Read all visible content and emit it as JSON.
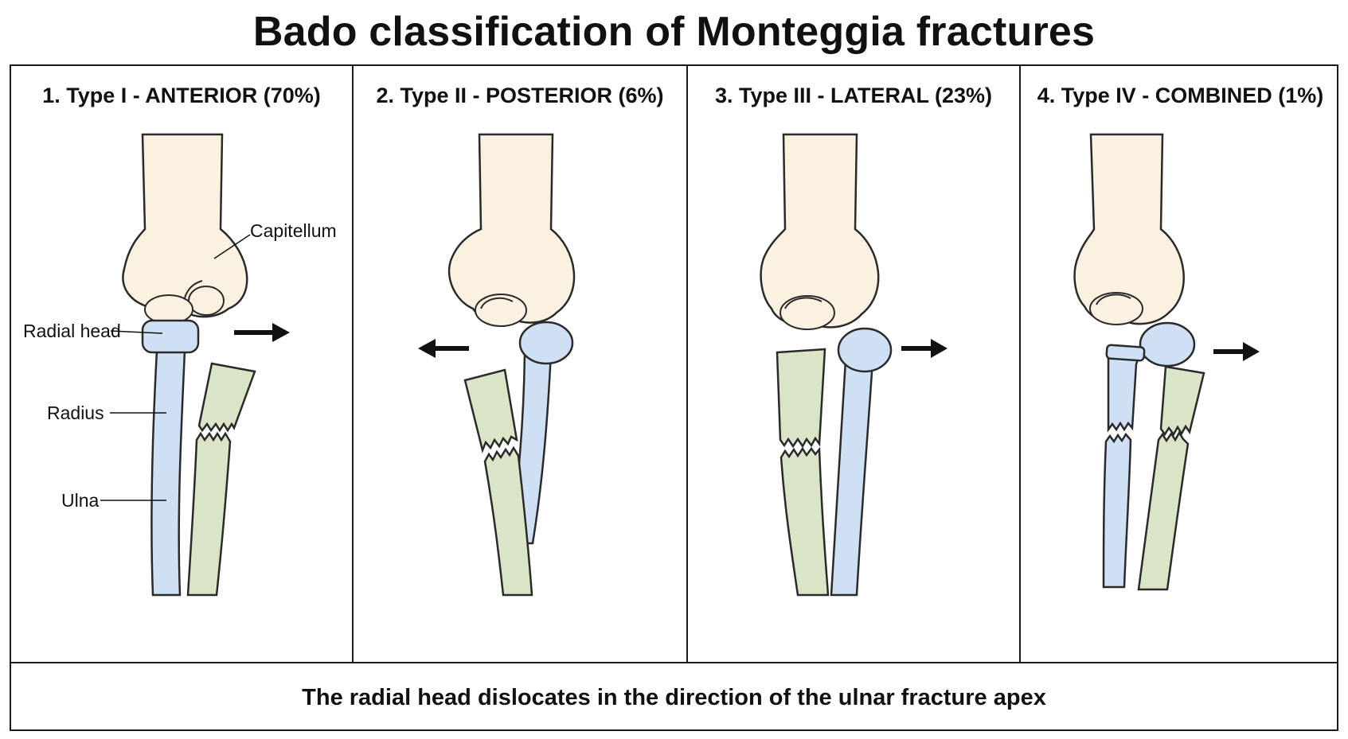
{
  "title": "Bado classification of Monteggia fractures",
  "panels": [
    {
      "title": "1. Type I - ANTERIOR (70%)"
    },
    {
      "title": "2. Type II - POSTERIOR (6%)"
    },
    {
      "title": "3. Type III - LATERAL (23%)"
    },
    {
      "title": "4. Type IV - COMBINED (1%)"
    }
  ],
  "labels": {
    "capitellum": "Capitellum",
    "radial_head": "Radial head",
    "radius": "Radius",
    "ulna": "Ulna"
  },
  "footer": "The radial head dislocates in the direction of the ulnar fracture apex",
  "colors": {
    "humerus": "#fbf1e1",
    "radius": "#cfe0f5",
    "ulna": "#d9e5c6",
    "outline": "#2a2a2a"
  }
}
